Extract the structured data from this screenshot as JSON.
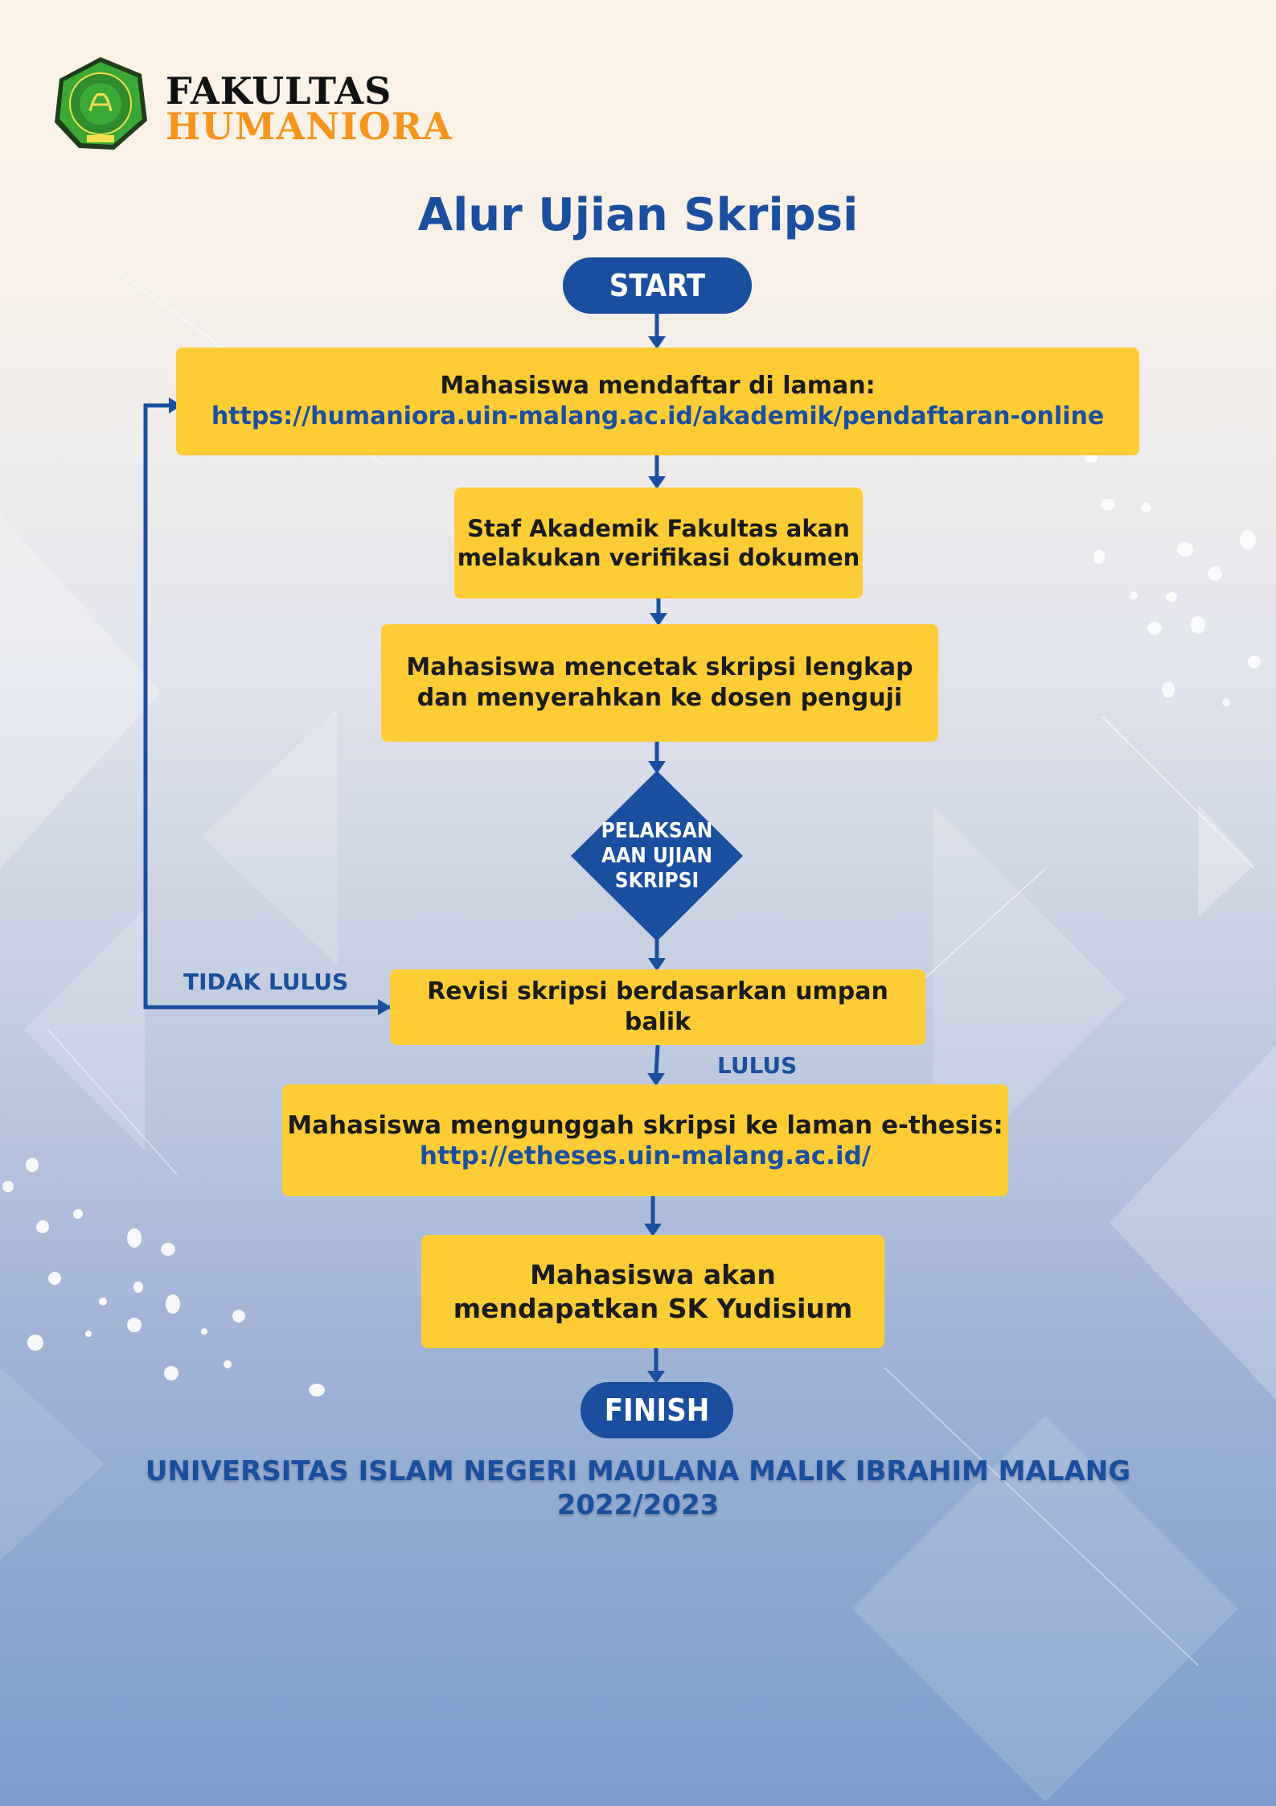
{
  "header": {
    "brand_line1": "FAKULTAS",
    "brand_line2": "HUMANIORA"
  },
  "title": "Alur Ujian Skripsi",
  "flow": {
    "start": "START",
    "step1": {
      "line1": "Mahasiswa mendaftar di laman:",
      "link": "https://humaniora.uin-malang.ac.id/akademik/pendaftaran-online"
    },
    "step2": {
      "line1": "Staf Akademik Fakultas akan",
      "line2": "melakukan verifikasi dokumen"
    },
    "step3": {
      "line1": "Mahasiswa mencetak skripsi lengkap",
      "line2": "dan menyerahkan ke dosen penguji"
    },
    "decision": {
      "line1": "PELAKSAN",
      "line2": "AAN UJIAN",
      "line3": "SKRIPSI"
    },
    "step4": "Revisi skripsi berdasarkan umpan balik",
    "label_fail": "TIDAK LULUS",
    "label_pass": "LULUS",
    "step5": {
      "line1": "Mahasiswa mengunggah skripsi ke laman e-thesis:",
      "link": "http://etheses.uin-malang.ac.id/"
    },
    "step6": {
      "line1": "Mahasiswa akan",
      "line2": "mendapatkan SK Yudisium"
    },
    "finish": "FINISH"
  },
  "footer": {
    "line1": "UNIVERSITAS ISLAM NEGERI MAULANA MALIK IBRAHIM MALANG",
    "line2": "2022/2023"
  },
  "colors": {
    "primary": "#1a4fa0",
    "box": "#fecd35",
    "accent": "#f7941d",
    "logo_green": "#3aa935"
  }
}
